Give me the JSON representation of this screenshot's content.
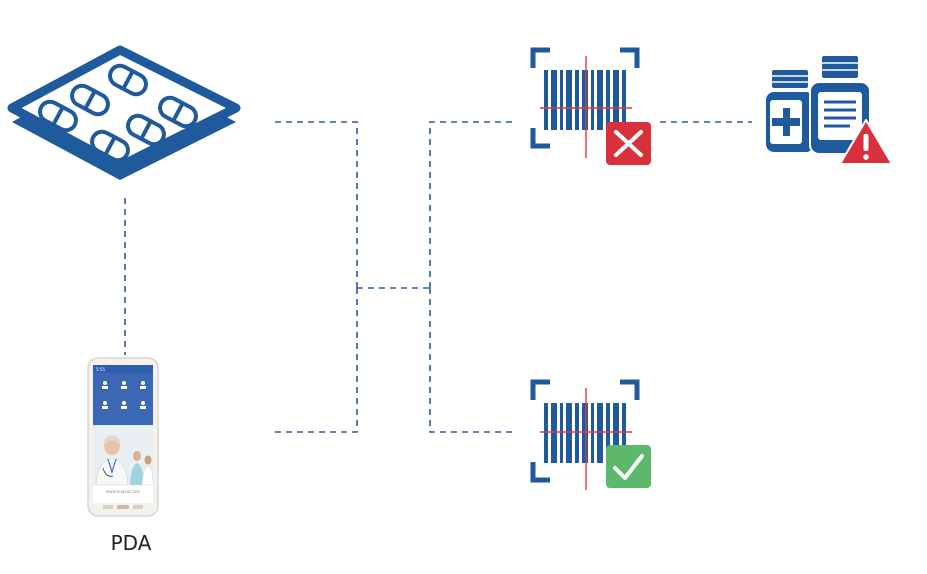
{
  "pda": {
    "label": "PDA",
    "status_text": "5:55",
    "screen_url": "www.huaxia.com"
  },
  "icons": {
    "pill_tray": "pill-blister-tray-icon",
    "scanner_fail": "barcode-scan-icon",
    "scanner_ok": "barcode-scan-icon",
    "fail_badge": "x-mark-icon",
    "ok_badge": "check-mark-icon",
    "medicine": "medicine-bottles-icon",
    "warning": "warning-triangle-icon"
  },
  "colors": {
    "primary_blue": "#1f5a9c",
    "scan_line_red": "#e03a3a",
    "fail_red": "#d8313c",
    "ok_green": "#5cb86a",
    "connector": "#2a5d99",
    "screen_blue": "#3b67b5"
  }
}
